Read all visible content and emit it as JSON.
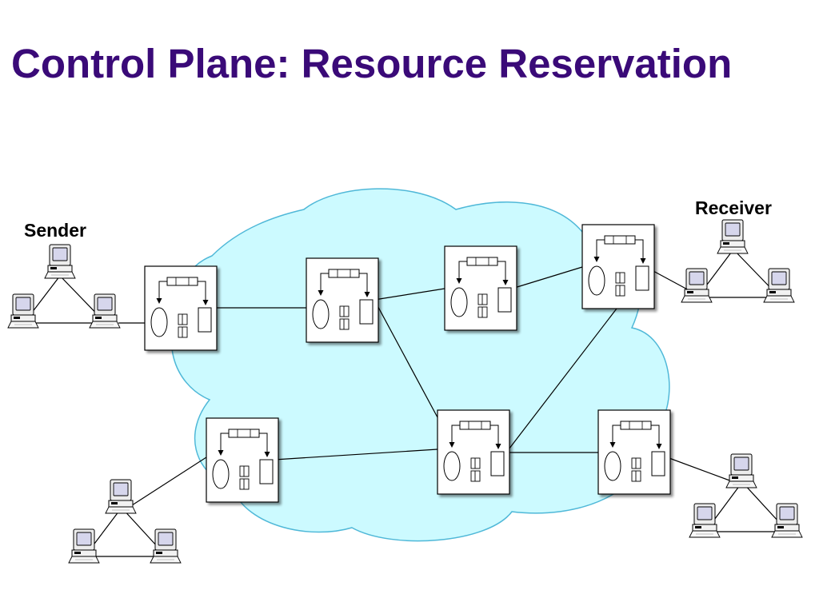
{
  "title": "Control Plane: Resource Reservation",
  "labels": {
    "sender": "Sender",
    "receiver": "Receiver"
  },
  "colors": {
    "title": "#3a0a78",
    "cloud_fill": "#ccfaff",
    "cloud_stroke": "#4fb8d8",
    "monitor_screen": "#d6d6ec"
  },
  "icons": {
    "router": "router-icon",
    "computer": "computer-icon"
  }
}
